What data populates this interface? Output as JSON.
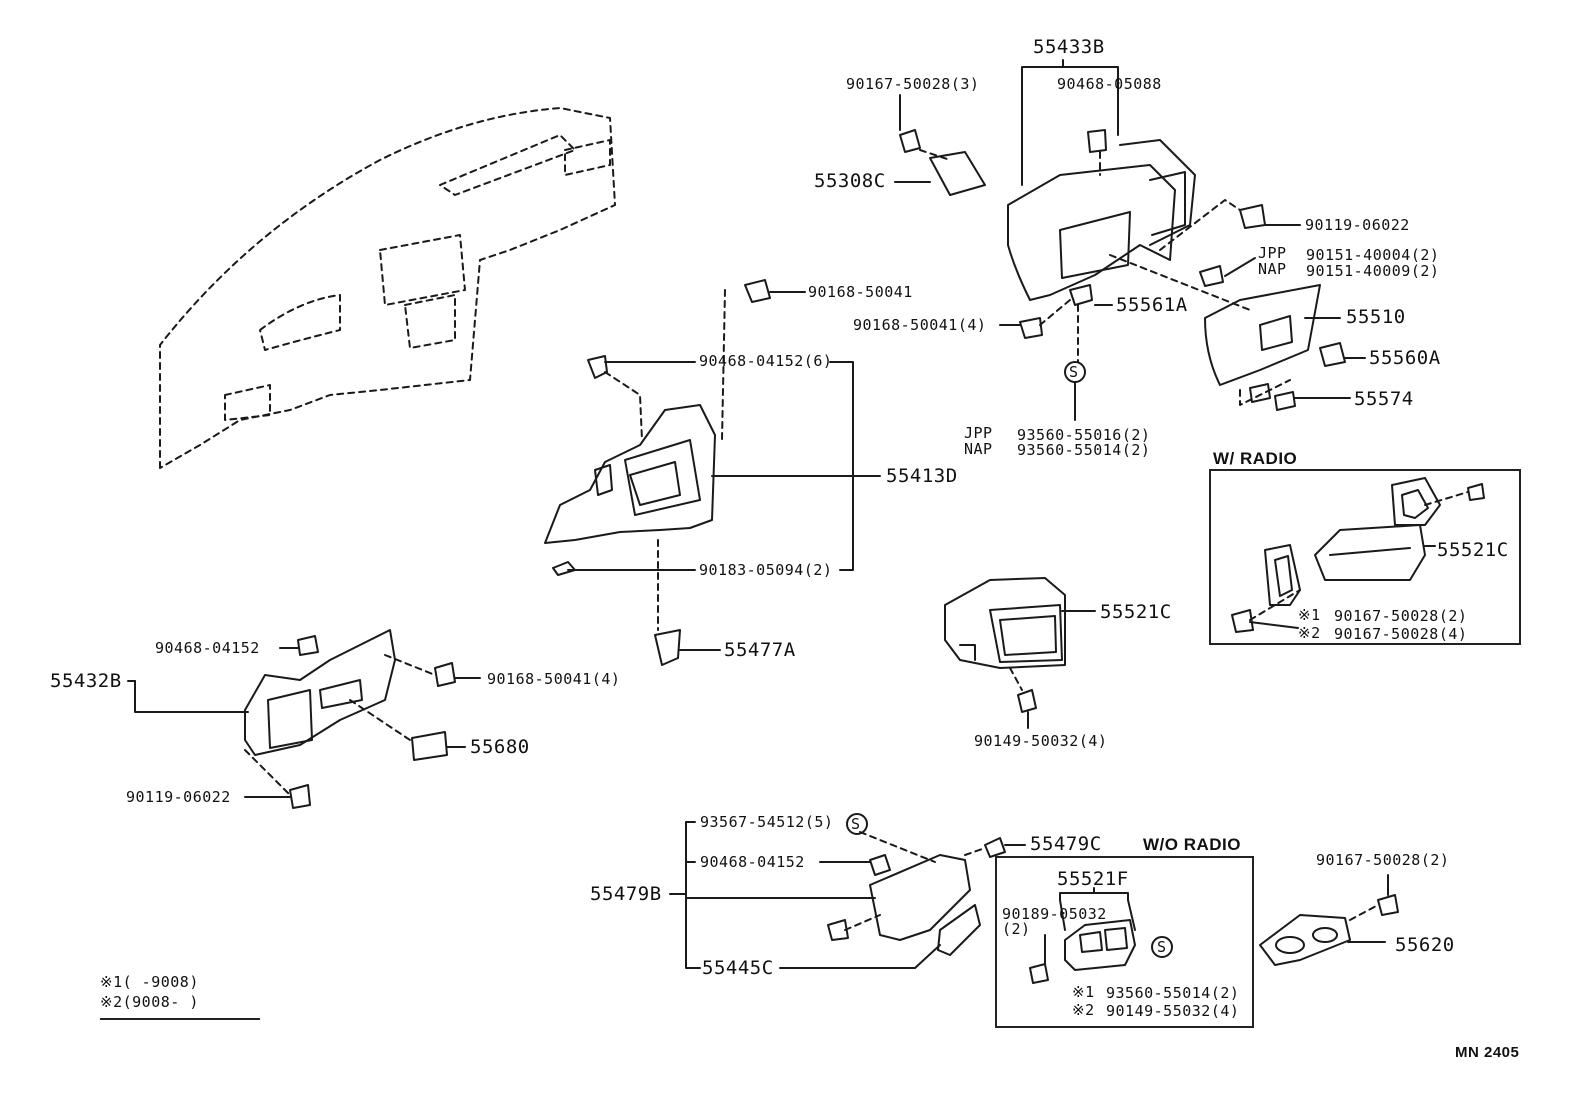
{
  "drawing_code": "MN 2405",
  "sections": {
    "with_radio": "W/ RADIO",
    "without_radio": "W/O RADIO"
  },
  "parts": {
    "p55433B": "55433B",
    "p90167_50028_3": "90167-50028(3)",
    "p90468_05088": "90468-05088",
    "p55308C": "55308C",
    "p90119_06022_top": "90119-06022",
    "jpp": "JPP",
    "nap": "NAP",
    "p90151_40004": "90151-40004(2)",
    "p90151_40009": "90151-40009(2)",
    "p55510": "55510",
    "p55561A": "55561A",
    "p90168_50041_4_top": "90168-50041(4)",
    "p55560A": "55560A",
    "p55574": "55574",
    "s_mark": "S",
    "p93560_55016": "93560-55016(2)",
    "p93560_55014_2": "93560-55014(2)",
    "p90168_50041": "90168-50041",
    "p90468_04152_6": "90468-04152(6)",
    "p55413D": "55413D",
    "p90183_05094": "90183-05094(2)",
    "p55477A": "55477A",
    "p55521C_radio": "55521C",
    "p90167_50028_2a": "90167-50028(2)",
    "p90167_50028_4": "90167-50028(4)",
    "p55521C_mid": "55521C",
    "p90149_50032_4": "90149-50032(4)",
    "p90468_04152_left": "90468-04152",
    "p55432B": "55432B",
    "p90168_50041_4_left": "90168-50041(4)",
    "p55680": "55680",
    "p90119_06022_left": "90119-06022",
    "p93567_54512": "93567-54512(5)",
    "p90468_04152_bottom": "90468-04152",
    "p55479B": "55479B",
    "p55479C": "55479C",
    "p55445C": "55445C",
    "p55521F": "55521F",
    "p90189_05032": "90189-05032",
    "p90189_qty": "(2)",
    "p93560_55014_wo": "93560-55014(2)",
    "p90149_55032": "90149-55032(4)",
    "p90167_50028_2b": "90167-50028(2)",
    "p55620": "55620",
    "mark1": "※1",
    "mark2": "※2"
  },
  "legend": {
    "line1": "※1(    -9008)",
    "line2": "※2(9008-    )"
  }
}
